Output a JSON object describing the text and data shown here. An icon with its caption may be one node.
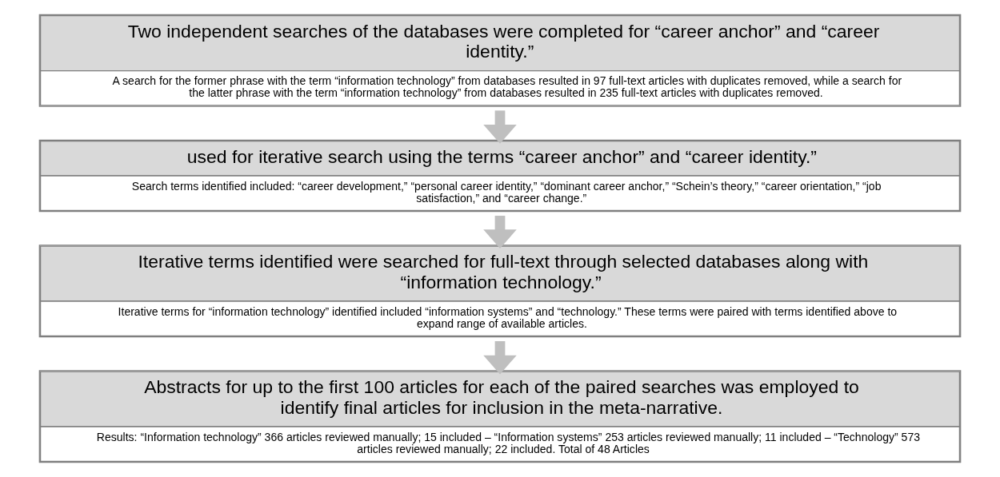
{
  "diagram": {
    "nodes": [
      {
        "text": [
          "Two independent searches of the databases were completed for “career anchor” and “career identity.”",
          "A search for the former phrase with the term “information technology” from databases resulted in 97 full-text articles with duplicates removed, while a search for the latter phrase with the term “information technology” from databases resulted in 235 full-text articles with duplicates removed."
        ]
      },
      {
        "text": [
          "used for iterative search using the terms “career anchor” and “career identity.”",
          "Search terms identified included: “career development,” “personal career identity,” “dominant career anchor,” “Schein’s theory,” “career orientation,” “job satisfaction,” and “career change.”"
        ]
      },
      {
        "text": [
          "Iterative terms identified were searched for full-text through selected databases along with “information technology.”",
          "Iterative terms for “information technology” identified included “information systems” and “technology.” These terms were paired with terms identified above to expand range of available articles."
        ]
      },
      {
        "text": [
          "Abstracts for up to the first 100 articles for each of the paired searches was employed to identify final articles for inclusion in the meta-narrative.",
          "Results: “Information technology” 366 articles reviewed manually; 15 included – “Information systems” 253 articles reviewed manually; 11 included – “Technology” 573 articles reviewed manually; 22 included. Total of 48 Articles"
        ]
      }
    ],
    "edges": [
      {
        "from": 0,
        "to": 1,
        "arrow": "to"
      },
      {
        "from": 1,
        "to": 2,
        "arrow": "to"
      },
      {
        "from": 2,
        "to": 3,
        "arrow": "to"
      }
    ]
  }
}
